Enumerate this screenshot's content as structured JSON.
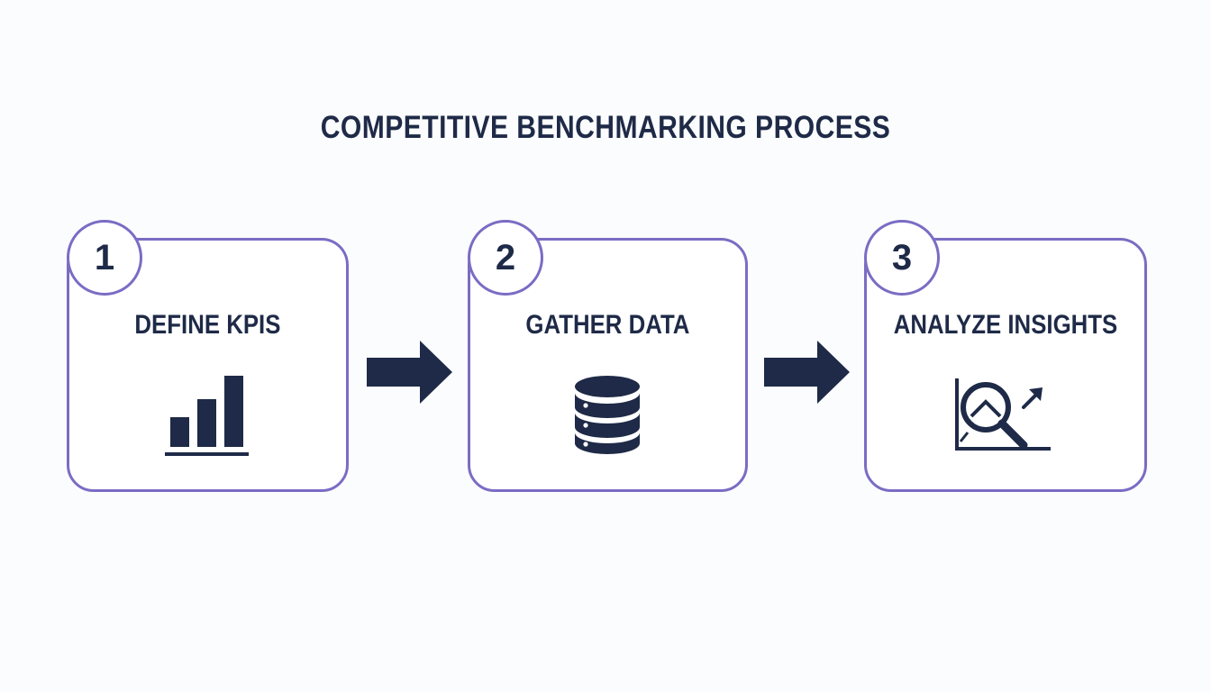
{
  "title": "COMPETITIVE BENCHMARKING PROCESS",
  "steps": [
    {
      "number": "1",
      "label": "DEFINE KPIS",
      "icon": "bar-chart-icon"
    },
    {
      "number": "2",
      "label": "GATHER DATA",
      "icon": "database-icon"
    },
    {
      "number": "3",
      "label": "ANALYZE INSIGHTS",
      "icon": "magnifier-chart-icon"
    }
  ],
  "connectors": [
    "right-arrow-icon",
    "right-arrow-icon"
  ],
  "colors": {
    "text": "#1e2a47",
    "border": "#7b6cc4",
    "background": "#fbfcfd",
    "card": "#ffffff"
  }
}
